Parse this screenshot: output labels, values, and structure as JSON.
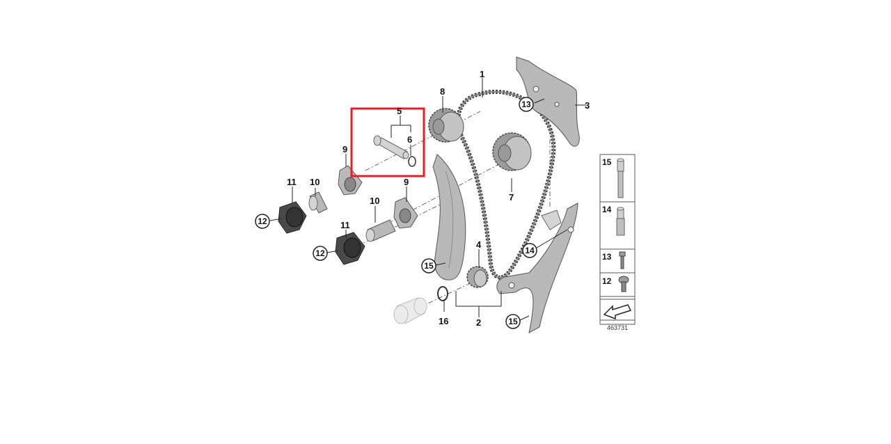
{
  "diagram": {
    "callouts": {
      "n1": "1",
      "n2": "2",
      "n3": "3",
      "n4": "4",
      "n5": "5",
      "n6": "6",
      "n7": "7",
      "n8": "8",
      "n9a": "9",
      "n9b": "9",
      "n10a": "10",
      "n10b": "10",
      "n11a": "11",
      "n11b": "11",
      "n12a": "12",
      "n12b": "12",
      "n13": "13",
      "n14": "14",
      "n15a": "15",
      "n15b": "15",
      "n16": "16"
    },
    "legend": {
      "items": [
        "15",
        "14",
        "13",
        "12"
      ],
      "reference_number": "463731"
    },
    "highlight_color": "#e0202a"
  }
}
